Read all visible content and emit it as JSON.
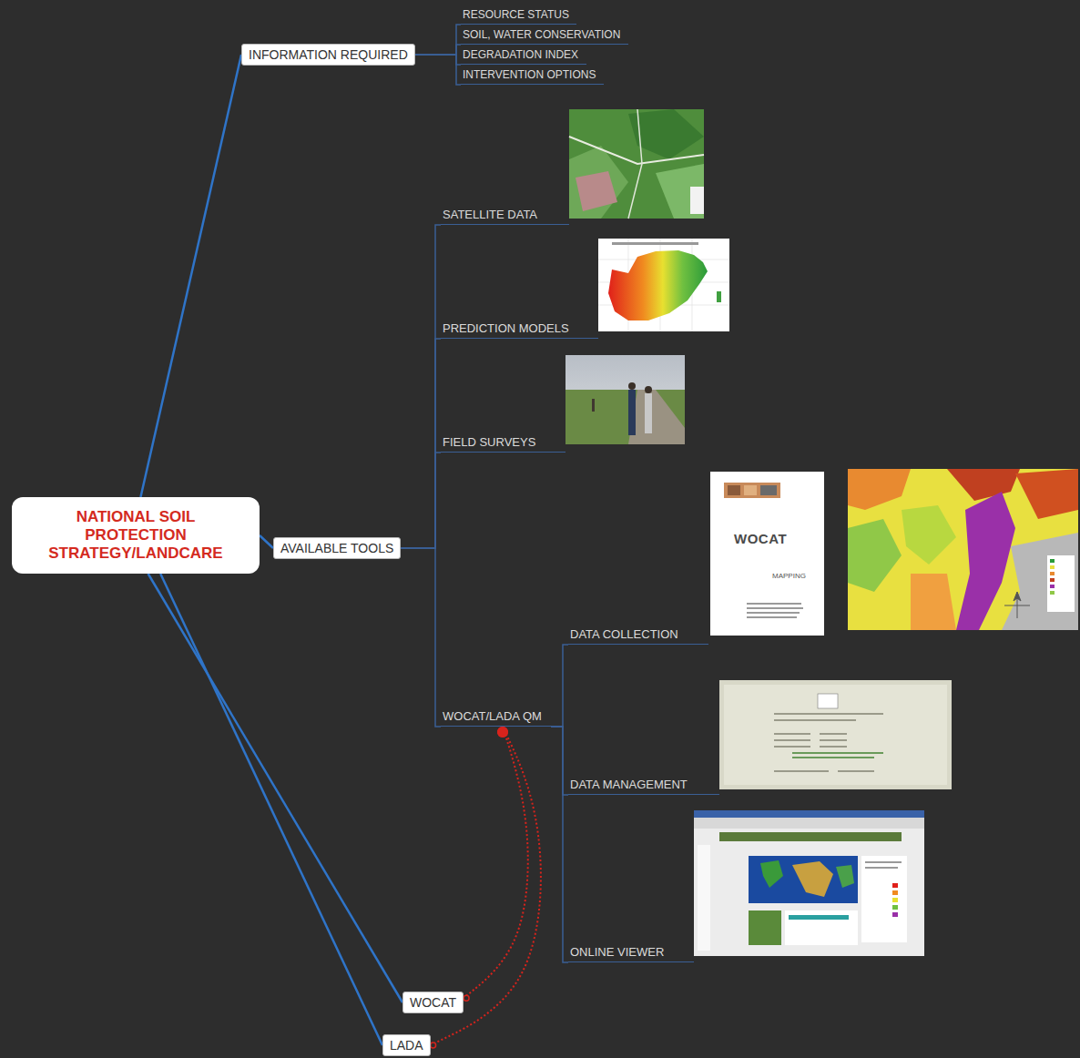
{
  "diagram": {
    "nodes": [
      {
        "text": [
          "NATIONAL SOIL PROTECTION STRATEGY/LANDCARE"
        ]
      },
      {
        "text": [
          "INFORMATION REQUIRED"
        ]
      },
      {
        "text": [
          "RESOURCE STATUS"
        ]
      },
      {
        "text": [
          "SOIL, WATER CONSERVATION"
        ]
      },
      {
        "text": [
          "DEGRADATION INDEX"
        ]
      },
      {
        "text": [
          "INTERVENTION OPTIONS"
        ]
      },
      {
        "text": [
          "AVAILABLE TOOLS"
        ]
      },
      {
        "text": [
          "SATELLITE DATA"
        ]
      },
      {
        "text": [
          "PREDICTION MODELS"
        ]
      },
      {
        "text": [
          "FIELD SURVEYS"
        ]
      },
      {
        "text": [
          "WOCAT/LADA QM"
        ]
      },
      {
        "text": [
          "DATA COLLECTION"
        ]
      },
      {
        "text": [
          "DATA MANAGEMENT"
        ]
      },
      {
        "text": [
          "ONLINE VIEWER"
        ]
      },
      {
        "text": [
          "WOCAT"
        ]
      },
      {
        "text": [
          "LADA"
        ]
      }
    ],
    "edges": [
      {
        "from": 0,
        "to": 1,
        "arrow": "none"
      },
      {
        "from": 0,
        "to": 6,
        "arrow": "none"
      },
      {
        "from": 0,
        "to": 14,
        "arrow": "none"
      },
      {
        "from": 0,
        "to": 15,
        "arrow": "none"
      },
      {
        "from": 1,
        "to": 2,
        "arrow": "none"
      },
      {
        "from": 1,
        "to": 3,
        "arrow": "none"
      },
      {
        "from": 1,
        "to": 4,
        "arrow": "none"
      },
      {
        "from": 1,
        "to": 5,
        "arrow": "none"
      },
      {
        "from": 6,
        "to": 7,
        "arrow": "none"
      },
      {
        "from": 6,
        "to": 8,
        "arrow": "none"
      },
      {
        "from": 6,
        "to": 9,
        "arrow": "none"
      },
      {
        "from": 6,
        "to": 10,
        "arrow": "none"
      },
      {
        "from": 10,
        "to": 11,
        "arrow": "none"
      },
      {
        "from": 10,
        "to": 12,
        "arrow": "none"
      },
      {
        "from": 10,
        "to": 13,
        "arrow": "none"
      },
      {
        "from": 10,
        "to": 14,
        "arrow": "none"
      },
      {
        "from": 10,
        "to": 15,
        "arrow": "none"
      }
    ],
    "labels": [
      "WOCAT",
      "MAPPING"
    ]
  }
}
